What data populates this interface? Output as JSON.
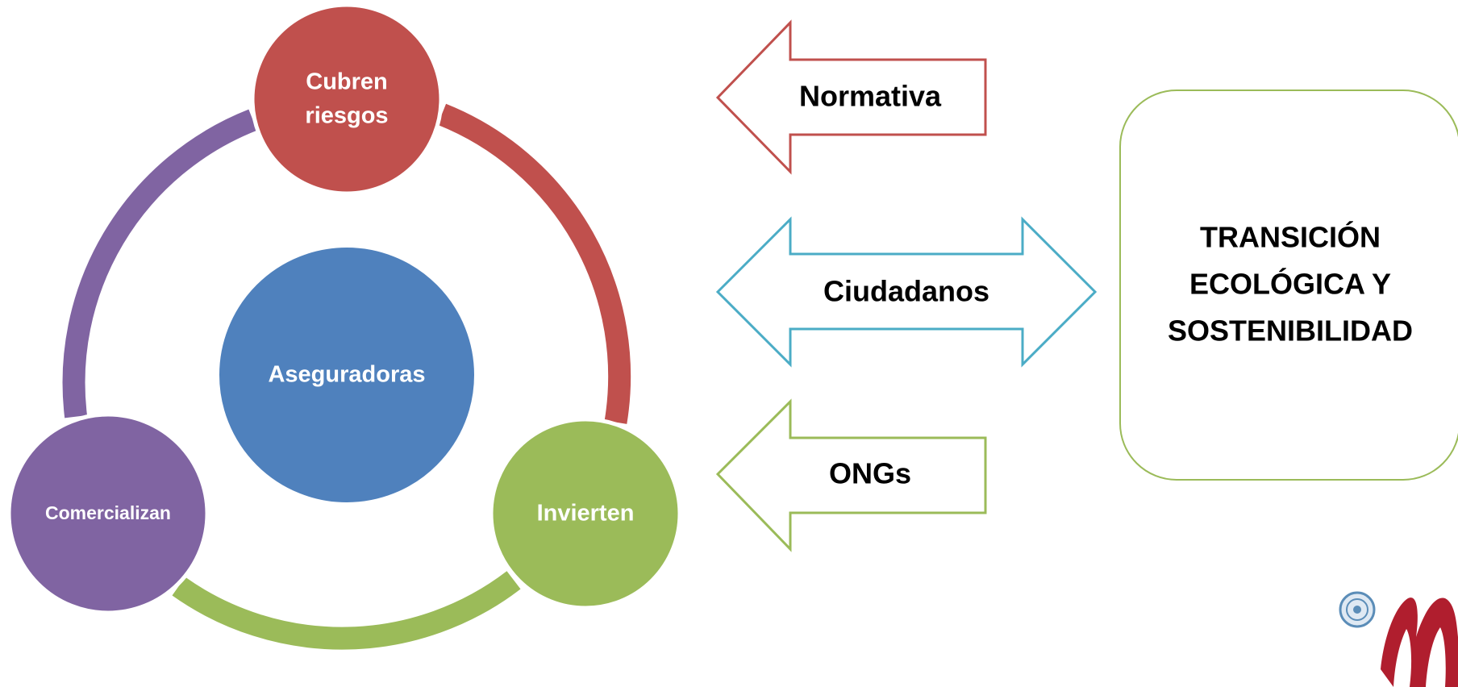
{
  "cycle": {
    "center": {
      "label": "Aseguradoras",
      "color": "#4f81bd"
    },
    "nodes": [
      {
        "id": "cubren",
        "lines": [
          "Cubren",
          "riesgos"
        ],
        "color": "#c0504d"
      },
      {
        "id": "invierten",
        "lines": [
          "Invierten"
        ],
        "color": "#9bbb59"
      },
      {
        "id": "comercializan",
        "lines": [
          "Comercializan"
        ],
        "color": "#8064a2"
      }
    ],
    "arc_colors": {
      "cubren_to_invierten": "#c0504d",
      "invierten_to_comercializan": "#9bbb59",
      "comercializan_to_cubren": "#8064a2"
    }
  },
  "arrows": [
    {
      "id": "normativa",
      "label": "Normativa",
      "direction": "left",
      "color": "#c0504d"
    },
    {
      "id": "ciudadanos",
      "label": "Ciudadanos",
      "direction": "both",
      "color": "#4bacc6"
    },
    {
      "id": "ongs",
      "label": "ONGs",
      "direction": "left",
      "color": "#9bbb59"
    }
  ],
  "goal_box": {
    "lines": [
      "TRANSICIÓN",
      "ECOLÓGICA Y",
      "SOSTENIBILIDAD"
    ],
    "border_color": "#9bbb59"
  },
  "logo": {
    "icon": "university-seal-logo",
    "color": "#b01e2e"
  }
}
